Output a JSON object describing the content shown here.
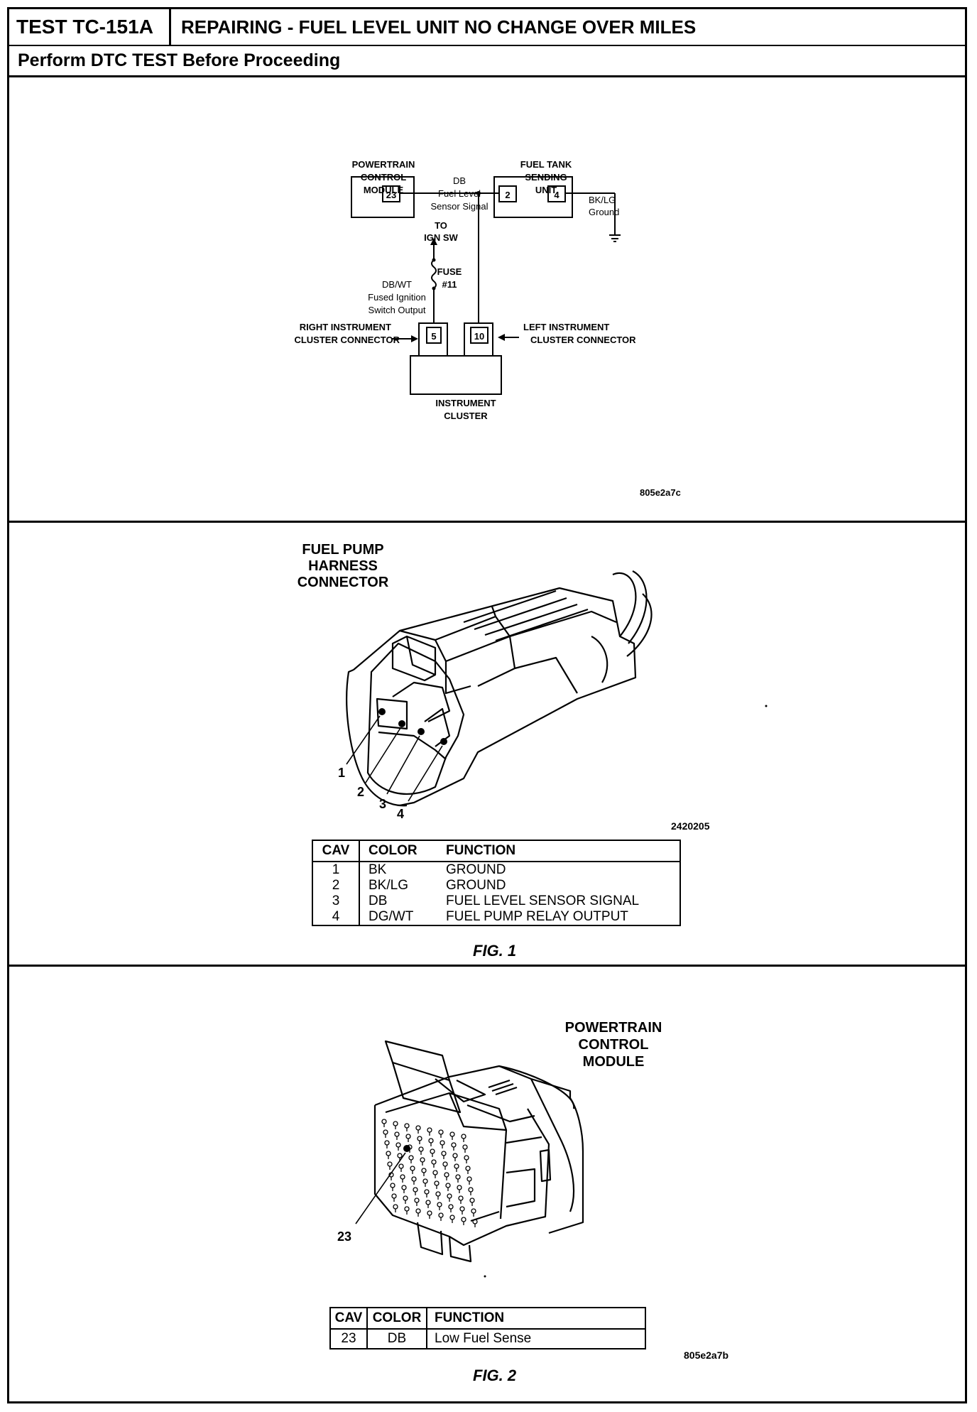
{
  "header": {
    "test_id": "TEST TC-151A",
    "title": "REPAIRING - FUEL LEVEL UNIT NO CHANGE OVER MILES",
    "subtitle": "Perform DTC TEST Before Proceeding"
  },
  "schematic": {
    "pcm_label": [
      "POWERTRAIN",
      "CONTROL",
      "MODULE"
    ],
    "pcm_pin": "23",
    "db_wire": [
      "DB",
      "Fuel Level",
      "Sensor Signal"
    ],
    "sending_label": [
      "FUEL TANK",
      "SENDING",
      "UNIT"
    ],
    "sending_pin_a": "2",
    "sending_pin_b": "4",
    "ground_wire": [
      "BK/LG",
      "Ground"
    ],
    "to_ign": [
      "TO",
      "IGN SW"
    ],
    "fuse": [
      "FUSE",
      "#11"
    ],
    "fused_wire": [
      "DB/WT",
      "Fused Ignition",
      "Switch Output"
    ],
    "right_connector": [
      "RIGHT INSTRUMENT",
      "CLUSTER CONNECTOR"
    ],
    "right_pin": "5",
    "left_connector": [
      "LEFT INSTRUMENT",
      "CLUSTER CONNECTOR"
    ],
    "left_pin": "10",
    "cluster_label": [
      "INSTRUMENT",
      "CLUSTER"
    ],
    "image_code": "805e2a7c"
  },
  "fig1": {
    "connector_label": [
      "FUEL PUMP",
      "HARNESS",
      "CONNECTOR"
    ],
    "callouts": [
      "1",
      "2",
      "3",
      "4"
    ],
    "image_code": "2420205",
    "table": {
      "headers": [
        "CAV",
        "COLOR",
        "FUNCTION"
      ],
      "rows": [
        [
          "1",
          "BK",
          "GROUND"
        ],
        [
          "2",
          "BK/LG",
          "GROUND"
        ],
        [
          "3",
          "DB",
          "FUEL LEVEL SENSOR SIGNAL"
        ],
        [
          "4",
          "DG/WT",
          "FUEL PUMP RELAY OUTPUT"
        ]
      ]
    },
    "caption": "FIG. 1"
  },
  "fig2": {
    "module_label": [
      "POWERTRAIN",
      "CONTROL",
      "MODULE"
    ],
    "callout": "23",
    "table": {
      "headers": [
        "CAV",
        "COLOR",
        "FUNCTION"
      ],
      "rows": [
        [
          "23",
          "DB",
          "Low Fuel Sense"
        ]
      ]
    },
    "caption": "FIG. 2",
    "image_code": "805e2a7b"
  }
}
